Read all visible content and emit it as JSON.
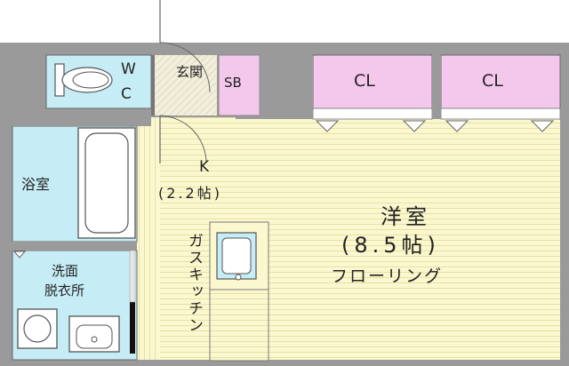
{
  "plan": {
    "wc": {
      "line1": "W",
      "line2": "C"
    },
    "entrance": "玄関",
    "sb": "SB",
    "closets": [
      "CL",
      "CL"
    ],
    "kitchen": {
      "label": "K",
      "size": "(2.2帖)"
    },
    "bath": "浴室",
    "laundry": {
      "line1": "洗面",
      "line2": "脱衣所"
    },
    "gas_kitchen": "ガスキッチン",
    "western_room": {
      "name": "洋室",
      "size": "(8.5帖)",
      "floor": "フローリング"
    }
  },
  "colors": {
    "wall": "#9a9a9a",
    "floor_wood": "#fbf8cf",
    "wood_line": "#e3dea0",
    "water_area": "#c6edf5",
    "storage": "#f4c8ec",
    "entrance_floor": "#f0ecd8"
  }
}
